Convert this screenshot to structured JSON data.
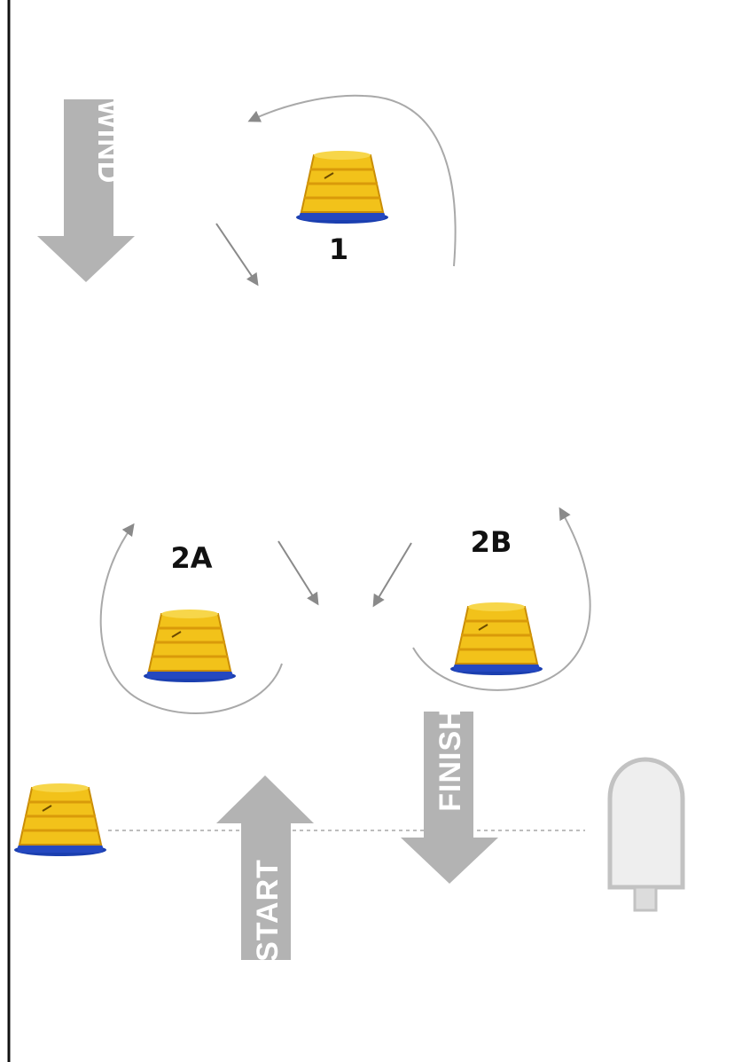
{
  "marks": [
    {
      "id": "mark-1",
      "label": "1"
    },
    {
      "id": "mark-2a",
      "label": "2A"
    },
    {
      "id": "mark-2b",
      "label": "2B"
    }
  ],
  "arrows": {
    "wind": "WIND",
    "start": "START",
    "finish": "FINISH"
  },
  "colors": {
    "buoy_yellow": "#f2c21a",
    "buoy_shadow": "#d99a0a",
    "buoy_base": "#1b3fb0",
    "arrow_gray": "#b3b3b3",
    "course_line": "#9a9a9a",
    "line_dots": "#bdbdbd",
    "committee_boat": "#eeeeee"
  }
}
